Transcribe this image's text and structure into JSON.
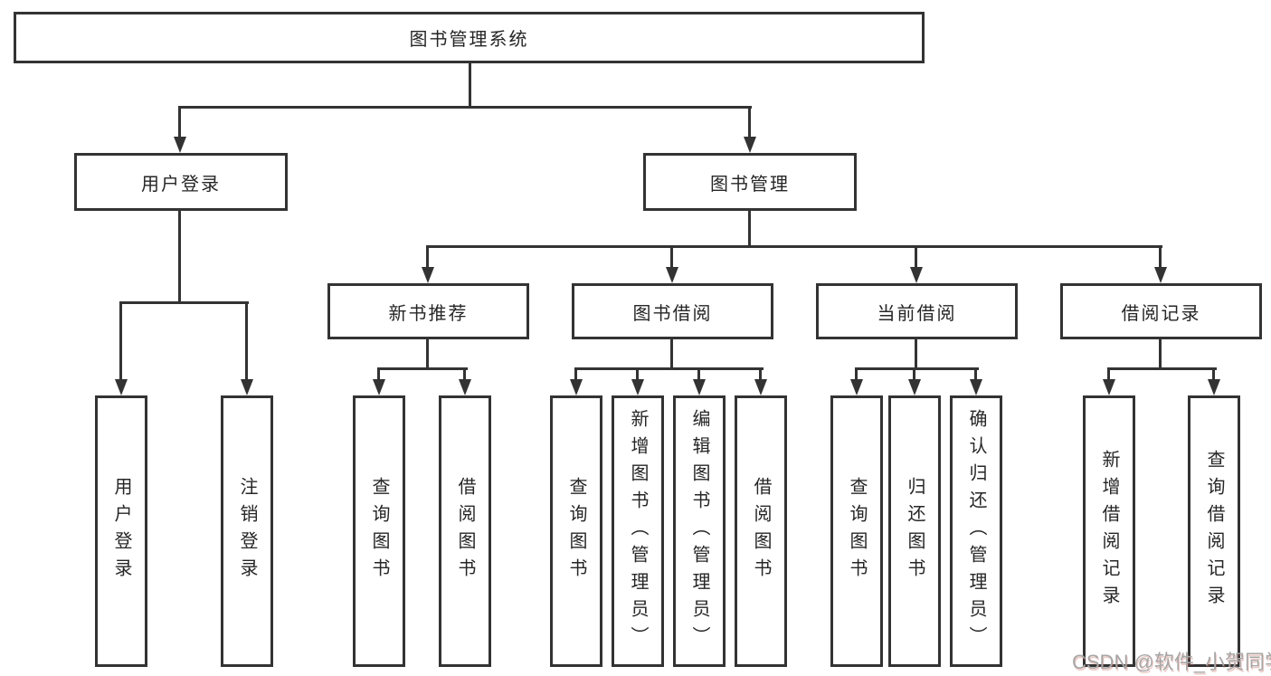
{
  "tree": {
    "root": {
      "label": "图书管理系统"
    },
    "branches": [
      {
        "label": "用户登录",
        "children": [
          {
            "label": "用户登录"
          },
          {
            "label": "注销登录"
          }
        ]
      },
      {
        "label": "图书管理",
        "children": [
          {
            "label": "新书推荐",
            "children": [
              {
                "label": "查询图书"
              },
              {
                "label": "借阅图书"
              }
            ]
          },
          {
            "label": "图书借阅",
            "children": [
              {
                "label": "查询图书"
              },
              {
                "label": "新增图书（管理员）"
              },
              {
                "label": "编辑图书（管理员）"
              },
              {
                "label": "借阅图书"
              }
            ]
          },
          {
            "label": "当前借阅",
            "children": [
              {
                "label": "查询图书"
              },
              {
                "label": "归还图书"
              },
              {
                "label": "确认归还（管理员）"
              }
            ]
          },
          {
            "label": "借阅记录",
            "children": [
              {
                "label": "新增借阅记录"
              },
              {
                "label": "查询借阅记录"
              }
            ]
          }
        ]
      }
    ]
  },
  "watermark": {
    "text": "CSDN @软件_小贺同学"
  },
  "colors": {
    "line": "#333333",
    "text": "#262626",
    "box_fill": "#ffffff",
    "background": "#ffffff",
    "watermark": "#a6a6a6"
  }
}
